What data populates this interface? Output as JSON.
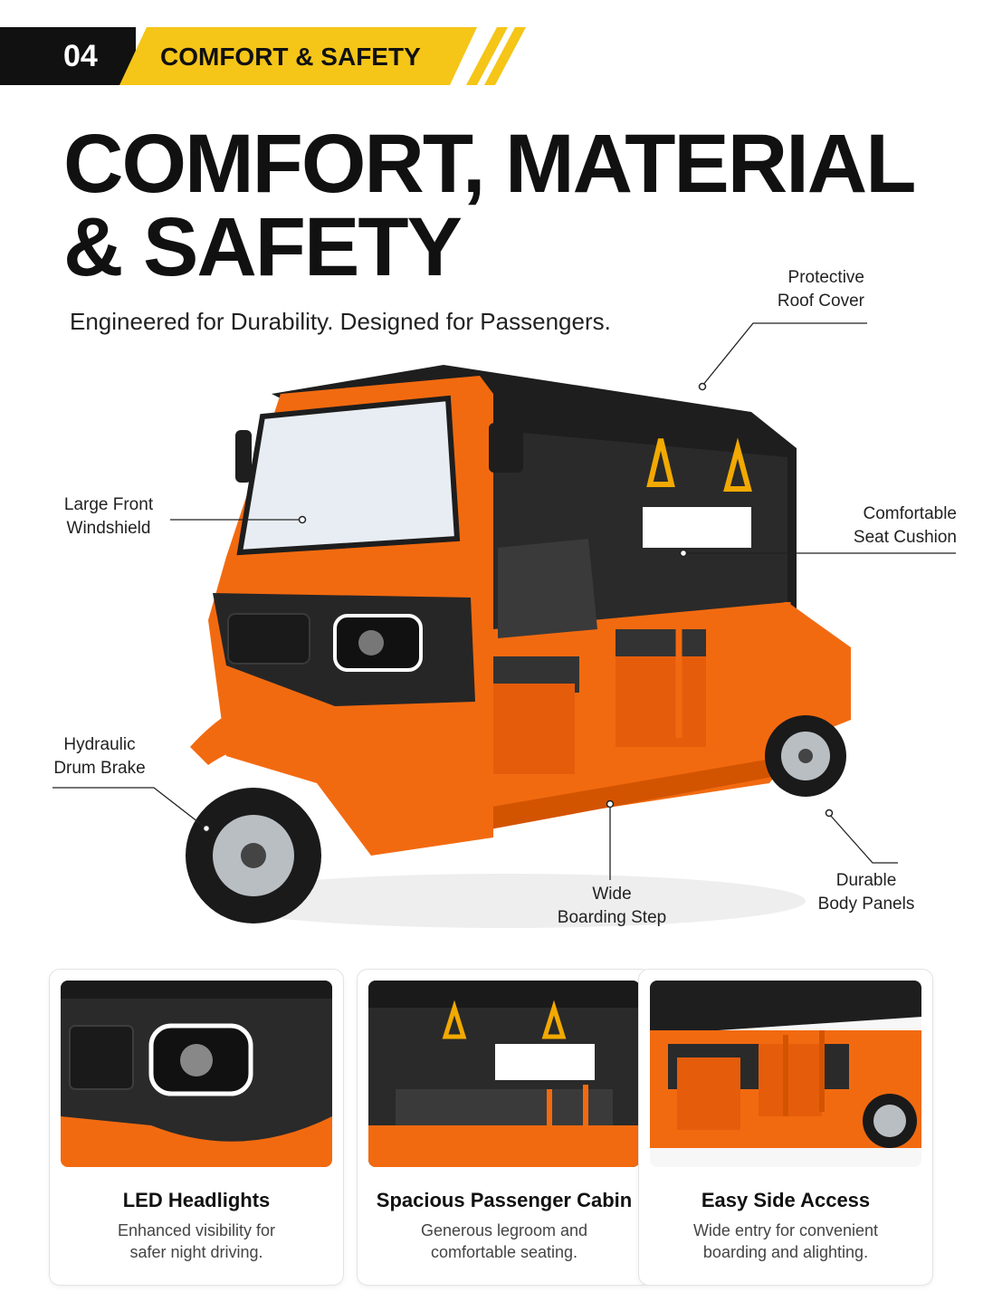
{
  "section": {
    "number": "04",
    "label": "COMFORT & SAFETY"
  },
  "colors": {
    "accent": "#f5c518",
    "body": "#f26a10",
    "roof": "#1e1e1e"
  },
  "title": {
    "line1": "COMFORT, MATERIAL",
    "line2": "& SAFETY"
  },
  "subtitle": "Engineered for Durability. Designed for Passengers.",
  "callouts": {
    "roof": {
      "line1": "Protective",
      "line2": "Roof Cover"
    },
    "windshield": {
      "line1": "Large Front",
      "line2": "Windshield"
    },
    "seat": {
      "line1": "Comfortable",
      "line2": "Seat Cushion"
    },
    "brake": {
      "line1": "Hydraulic",
      "line2": "Drum Brake"
    },
    "step": {
      "line1": "Wide",
      "line2": "Boarding Step"
    },
    "panels": {
      "line1": "Durable",
      "line2": "Body Panels"
    }
  },
  "features": [
    {
      "title": "LED Headlights",
      "line1": "Enhanced visibility for",
      "line2": "safer night driving."
    },
    {
      "title": "Spacious Passenger Cabin",
      "line1": "Generous legroom and",
      "line2": "comfortable seating."
    },
    {
      "title": "Easy Side Access",
      "line1": "Wide entry for convenient",
      "line2": "boarding and alighting."
    }
  ]
}
